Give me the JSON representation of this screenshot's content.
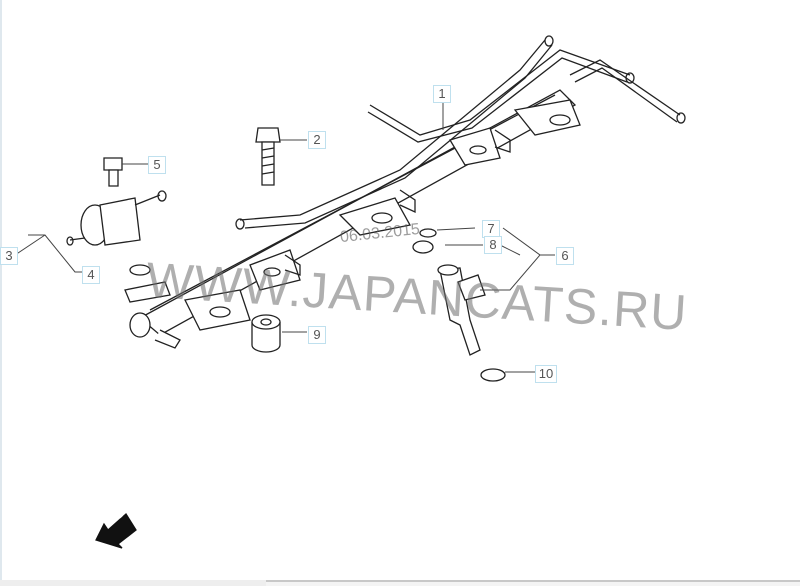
{
  "diagram": {
    "title": "Fuel injector rail assembly",
    "callouts": [
      "1",
      "2",
      "3",
      "4",
      "5",
      "6",
      "7",
      "8",
      "9",
      "10"
    ],
    "watermark": "WWW.JAPANCATS.RU",
    "date_stamp": "06.03.2015",
    "direction_badge": "FWD"
  }
}
